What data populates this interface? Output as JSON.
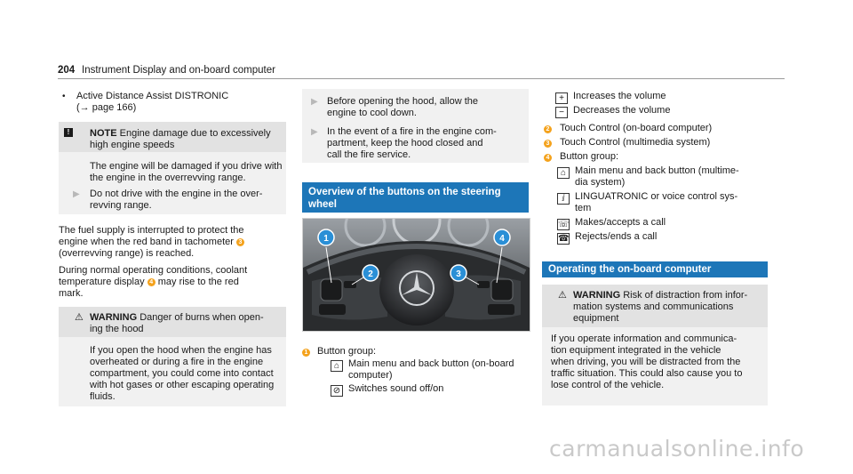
{
  "header": {
    "page_number": "204",
    "title": "Instrument Display and on-board computer"
  },
  "col1": {
    "bullet": {
      "line1": "Active Distance Assist DISTRONIC",
      "line2": "(→ page 166)"
    },
    "note": {
      "label": "NOTE",
      "head_line1": "Engine damage due to excessively",
      "head_line2": "high engine speeds",
      "body": [
        "The engine will be damaged if you drive with",
        "the engine in the overrevving range."
      ],
      "step": [
        "Do not drive with the engine in the over-",
        "revving range."
      ]
    },
    "para1": [
      "The fuel supply is interrupted to protect the",
      "engine when the red band in tachometer",
      "(overrevving range) is reached."
    ],
    "para1_ref": "3",
    "para2_line1": "During normal operating conditions, coolant",
    "para2_line2a": "temperature display",
    "para2_ref": "4",
    "para2_line2b": "may rise to the red",
    "para2_line3": "mark.",
    "warning": {
      "label": "WARNING",
      "head_line1": "Danger of burns when open-",
      "head_line2": "ing the hood",
      "body": [
        "If you open the hood when the engine has",
        "overheated or during a fire in the engine",
        "compartment, you could come into contact",
        "with hot gases or other escaping operating",
        "fluids."
      ]
    }
  },
  "col2": {
    "step1": [
      "Before opening the hood, allow the",
      "engine to cool down."
    ],
    "step2": [
      "In the event of a fire in the engine com-",
      "partment, keep the hood closed and",
      "call the fire service."
    ],
    "section_title": [
      "Overview of the buttons on the steering",
      "wheel"
    ],
    "callouts": [
      "1",
      "2",
      "3",
      "4"
    ],
    "item1": {
      "num": "1",
      "label": "Button group:",
      "home_text_1": "Main menu and back button (on-board",
      "home_text_2": "computer)",
      "mute_text": "Switches sound off/on"
    }
  },
  "col3": {
    "plus_text": "Increases the volume",
    "minus_text": "Decreases the volume",
    "item2": {
      "num": "2",
      "text": "Touch Control (on-board computer)"
    },
    "item3": {
      "num": "3",
      "text": "Touch Control (multimedia system)"
    },
    "item4": {
      "num": "4",
      "label": "Button group:",
      "home_text_1": "Main menu and back button (multime-",
      "home_text_2": "dia system)",
      "voice_text_1": "LINGUATRONIC or voice control sys-",
      "voice_text_2": "tem",
      "call_text": "Makes/accepts a call",
      "end_text": "Rejects/ends a call"
    },
    "section_title": "Operating the on-board computer",
    "warning": {
      "label": "WARNING",
      "head_line1": "Risk of distraction from infor-",
      "head_line2": "mation systems and communications",
      "head_line3": "equipment",
      "body": [
        "If you operate information and communica-",
        "tion equipment integrated in the vehicle",
        "when driving, you will be distracted from the",
        "traffic situation. This could also cause you to",
        "lose control of the vehicle."
      ]
    }
  },
  "watermark": "carmanualsonline.info",
  "colors": {
    "accent_blue": "#1d76b8",
    "callout_orange": "#f4a21c",
    "badge_blue": "#2a8fd6"
  }
}
